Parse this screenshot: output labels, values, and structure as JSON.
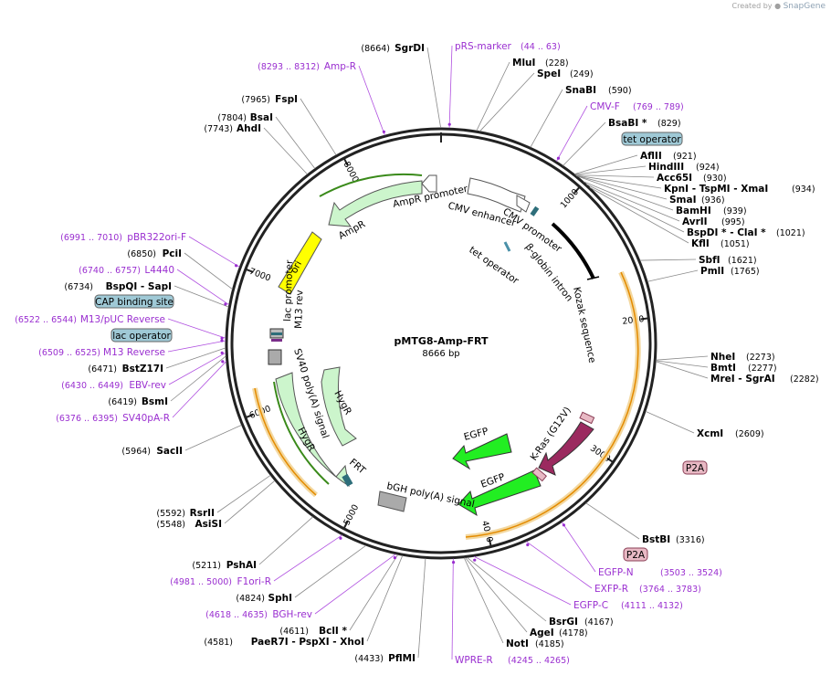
{
  "credit": {
    "created_by": "Created by",
    "brand": "SnapGene"
  },
  "plasmid": {
    "name": "pMTG8-Amp-FRT",
    "length_label": "8666 bp",
    "length": 8666
  },
  "ticks": [
    {
      "pos": 1000,
      "label": "1000"
    },
    {
      "pos": 2000,
      "label": "2000"
    },
    {
      "pos": 3000,
      "label": "3000"
    },
    {
      "pos": 4000,
      "label": "4000"
    },
    {
      "pos": 5000,
      "label": "5000"
    },
    {
      "pos": 6000,
      "label": "6000"
    },
    {
      "pos": 7000,
      "label": "7000"
    },
    {
      "pos": 8000,
      "label": "8000"
    }
  ],
  "enzymes_right": [
    {
      "name": "MluI",
      "pos": "(228)",
      "site": 228
    },
    {
      "name": "SpeI",
      "pos": "(249)",
      "site": 249
    },
    {
      "name": "SnaBI",
      "pos": "(590)",
      "site": 590
    },
    {
      "name": "BsaBI *",
      "pos": "(829)",
      "site": 829
    },
    {
      "name": "AflII",
      "pos": "(921)",
      "site": 921
    },
    {
      "name": "HindIII",
      "pos": "(924)",
      "site": 924
    },
    {
      "name": "Acc65I",
      "pos": "(930)",
      "site": 930
    },
    {
      "name": "KpnI - TspMI - XmaI",
      "pos": "(934)",
      "site": 934
    },
    {
      "name": "SmaI",
      "pos": "(936)",
      "site": 936
    },
    {
      "name": "BamHI",
      "pos": "(939)",
      "site": 939
    },
    {
      "name": "AvrII",
      "pos": "(995)",
      "site": 995
    },
    {
      "name": "BspDI * - ClaI *",
      "pos": "(1021)",
      "site": 1021
    },
    {
      "name": "KflI",
      "pos": "(1051)",
      "site": 1051
    },
    {
      "name": "SbfI",
      "pos": "(1621)",
      "site": 1621
    },
    {
      "name": "PmlI",
      "pos": "(1765)",
      "site": 1765
    },
    {
      "name": "NheI",
      "pos": "(2273)",
      "site": 2273
    },
    {
      "name": "BmtI",
      "pos": "(2277)",
      "site": 2277
    },
    {
      "name": "MreI - SgrAI",
      "pos": "(2282)",
      "site": 2282
    },
    {
      "name": "XcmI",
      "pos": "(2609)",
      "site": 2609
    },
    {
      "name": "BstBI",
      "pos": "(3316)",
      "site": 3316
    },
    {
      "name": "BsrGI",
      "pos": "(4167)",
      "site": 4167
    },
    {
      "name": "AgeI",
      "pos": "(4178)",
      "site": 4178
    },
    {
      "name": "NotI",
      "pos": "(4185)",
      "site": 4185
    }
  ],
  "enzymes_left": [
    {
      "name": "SgrDI",
      "pos": "(8664)",
      "site": 8664
    },
    {
      "name": "FspI",
      "pos": "(7965)",
      "site": 7965
    },
    {
      "name": "BsaI",
      "pos": "(7804)",
      "site": 7804
    },
    {
      "name": "AhdI",
      "pos": "(7743)",
      "site": 7743
    },
    {
      "name": "PciI",
      "pos": "(6850)",
      "site": 6850
    },
    {
      "name": "BspQI - SapI",
      "pos": "(6734)",
      "site": 6734
    },
    {
      "name": "BstZ17I",
      "pos": "(6471)",
      "site": 6471
    },
    {
      "name": "BsmI",
      "pos": "(6419)",
      "site": 6419
    },
    {
      "name": "SacII",
      "pos": "(5964)",
      "site": 5964
    },
    {
      "name": "RsrII",
      "pos": "(5592)",
      "site": 5592
    },
    {
      "name": "AsiSI",
      "pos": "(5548)",
      "site": 5548
    },
    {
      "name": "PshAI",
      "pos": "(5211)",
      "site": 5211
    },
    {
      "name": "SphI",
      "pos": "(4824)",
      "site": 4824
    },
    {
      "name": "BclI *",
      "pos": "(4611)",
      "site": 4611
    },
    {
      "name": "PaeR7I - PspXI - XhoI",
      "pos": "(4581)",
      "site": 4581
    },
    {
      "name": "PflMI",
      "pos": "(4433)",
      "site": 4433
    }
  ],
  "primers": [
    {
      "name": "pRS-marker",
      "pos": "(44 .. 63)",
      "site": 53
    },
    {
      "name": "Amp-R",
      "pos": "(8293 .. 8312)",
      "site": 8302
    },
    {
      "name": "CMV-F",
      "pos": "(769 .. 789)",
      "site": 779
    },
    {
      "name": "pBR322ori-F",
      "pos": "(6991 .. 7010)",
      "site": 7000
    },
    {
      "name": "L4440",
      "pos": "(6740 .. 6757)",
      "site": 6748
    },
    {
      "name": "M13/pUC Reverse",
      "pos": "(6522 .. 6544)",
      "site": 6533
    },
    {
      "name": "M13 Reverse",
      "pos": "(6509 .. 6525)",
      "site": 6517
    },
    {
      "name": "EBV-rev",
      "pos": "(6430 .. 6449)",
      "site": 6440
    },
    {
      "name": "SV40pA-R",
      "pos": "(6376 .. 6395)",
      "site": 6385
    },
    {
      "name": "F1ori-R",
      "pos": "(4981 .. 5000)",
      "site": 4990
    },
    {
      "name": "BGH-rev",
      "pos": "(4618 .. 4635)",
      "site": 4626
    },
    {
      "name": "WPRE-R",
      "pos": "(4245 .. 4265)",
      "site": 4255
    },
    {
      "name": "EGFP-N",
      "pos": "(3503 .. 3524)",
      "site": 3513
    },
    {
      "name": "EXFP-R",
      "pos": "(3764 .. 3783)",
      "site": 3773
    },
    {
      "name": "EGFP-C",
      "pos": "(4111 .. 4132)",
      "site": 4121
    }
  ],
  "boxed_labels": [
    {
      "name": "tet operator",
      "color": "#9fc9d6"
    },
    {
      "name": "CAP binding site",
      "color": "#9fc9d6"
    },
    {
      "name": "lac operator",
      "color": "#9fc9d6"
    },
    {
      "name": "P2A",
      "color": "#e8b9c4"
    },
    {
      "name": "P2A",
      "color": "#e8b9c4"
    }
  ],
  "features": [
    {
      "name": "AmpR promoter",
      "color": "#ffffff"
    },
    {
      "name": "AmpR",
      "color": "#ccf5cc"
    },
    {
      "name": "CMV enhancer",
      "color": "#ffffff"
    },
    {
      "name": "CMV promoter",
      "color": "#ffffff"
    },
    {
      "name": "tet operator",
      "color": "#9fc9d6"
    },
    {
      "name": "β-globin intron",
      "color": "#000000"
    },
    {
      "name": "Kozak sequence",
      "color": "#000000"
    },
    {
      "name": "ori",
      "color": "#ffff00"
    },
    {
      "name": "lac promoter",
      "color": "#ffffff"
    },
    {
      "name": "M13 rev",
      "color": "#ffffff"
    },
    {
      "name": "SV40 poly(A) signal",
      "color": "#aaaaaa"
    },
    {
      "name": "HygR",
      "color": "#ccf5cc"
    },
    {
      "name": "HygR",
      "color": "#ccf5cc"
    },
    {
      "name": "FRT",
      "color": "#2e6e7a"
    },
    {
      "name": "bGH poly(A) signal",
      "color": "#aaaaaa"
    },
    {
      "name": "EGFP",
      "color": "#22ee22"
    },
    {
      "name": "EGFP",
      "color": "#22ee22"
    },
    {
      "name": "K-Ras (G12V)",
      "color": "#9b2a5f"
    }
  ]
}
